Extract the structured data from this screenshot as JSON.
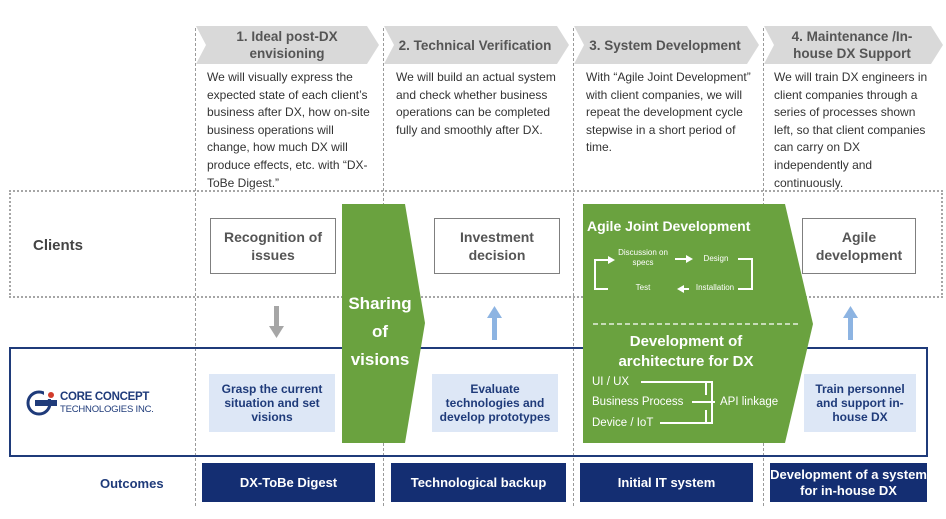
{
  "phases": [
    {
      "title": "1. Ideal post-DX envisioning",
      "desc": "We will visually express the expected state of each client’s business after DX, how on-site business operations will change, how much DX will produce effects, etc. with “DX-ToBe Digest.”"
    },
    {
      "title": "2. Technical Verification",
      "desc": "We will build an actual system and check whether business operations can be completed fully and smoothly after DX."
    },
    {
      "title": "3. System Development",
      "desc": "With “Agile Joint Development” with client companies, we will repeat the development cycle stepwise in a short period of time."
    },
    {
      "title": "4. Maintenance /In-house DX Support",
      "desc": "We will train DX engineers in client companies through a series of processes shown left, so that client companies can carry on DX independently and continuously."
    }
  ],
  "clients": {
    "label": "Clients",
    "boxes": [
      "Recognition of issues",
      "Investment decision",
      "Agile development"
    ]
  },
  "sharing": {
    "line1": "Sharing",
    "line2": "of",
    "line3": "visions"
  },
  "agile": {
    "title": "Agile Joint Development",
    "cycle": {
      "discussion": "Discussion on specs",
      "design": "Design",
      "test": "Test",
      "installation": "Installation"
    }
  },
  "architecture": {
    "title_line1": "Development of",
    "title_line2": "architecture for DX",
    "items": [
      "UI / UX",
      "Business Process",
      "Device / IoT"
    ],
    "linkage": "API linkage"
  },
  "company": {
    "logo_line1": "CORE CONCEPT",
    "logo_line2": "TECHNOLOGIES INC.",
    "boxes": [
      "Grasp the current situation and set visions",
      "Evaluate technologies and develop prototypes",
      "Train personnel and support in-house DX"
    ]
  },
  "outcomes": {
    "label": "Outcomes",
    "items": [
      "DX-ToBe Digest",
      "Technological backup",
      "Initial IT system",
      "Development of a system for in-house DX"
    ]
  },
  "colors": {
    "green": "#6aa23f",
    "navy": "#142e72",
    "light_blue": "#dde7f6",
    "arrow_blue": "#8db4e2",
    "arrow_gray": "#a6a6a6",
    "chevron_gray": "#d9d9d9"
  }
}
